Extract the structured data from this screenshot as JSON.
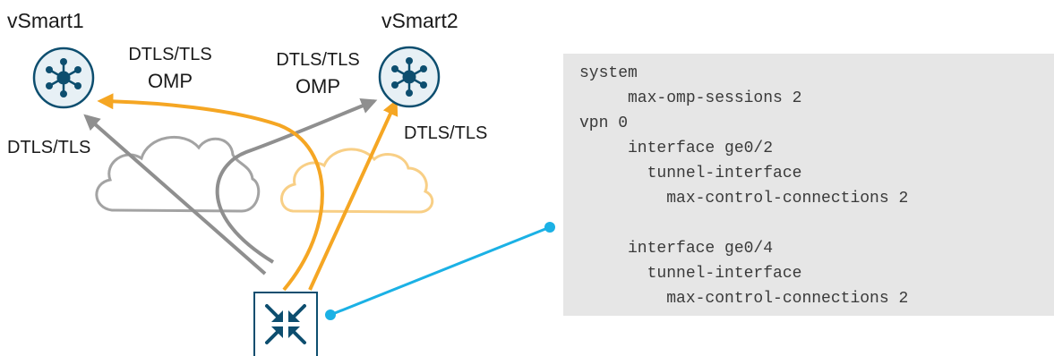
{
  "nodes": {
    "vsmart1": {
      "title": "vSmart1",
      "icon": "vsmart-hub-icon"
    },
    "vsmart2": {
      "title": "vSmart2",
      "icon": "vsmart-hub-icon"
    },
    "router": {
      "icon": "router-icon"
    }
  },
  "labels": {
    "left_pair": {
      "line1": "DTLS/TLS",
      "line2": "OMP"
    },
    "right_pair": {
      "line1": "DTLS/TLS",
      "line2": "OMP"
    },
    "left_side": "DTLS/TLS",
    "right_side": "DTLS/TLS"
  },
  "code": {
    "lines": [
      "system",
      "     max-omp-sessions 2",
      "vpn 0",
      "     interface ge0/2",
      "       tunnel-interface",
      "         max-control-connections 2",
      "",
      "     interface ge0/4",
      "       tunnel-interface",
      "         max-control-connections 2"
    ]
  },
  "colors": {
    "gray_link": "#8f8f8f",
    "orange_link": "#f5a623",
    "gray_cloud": "#a3a3a3",
    "orange_cloud": "#f8cf86",
    "callout": "#1bb1e5",
    "icon_blue": "#0d4e6f",
    "icon_fill": "#e7f0f5",
    "code_panel": "#e6e6e6"
  }
}
